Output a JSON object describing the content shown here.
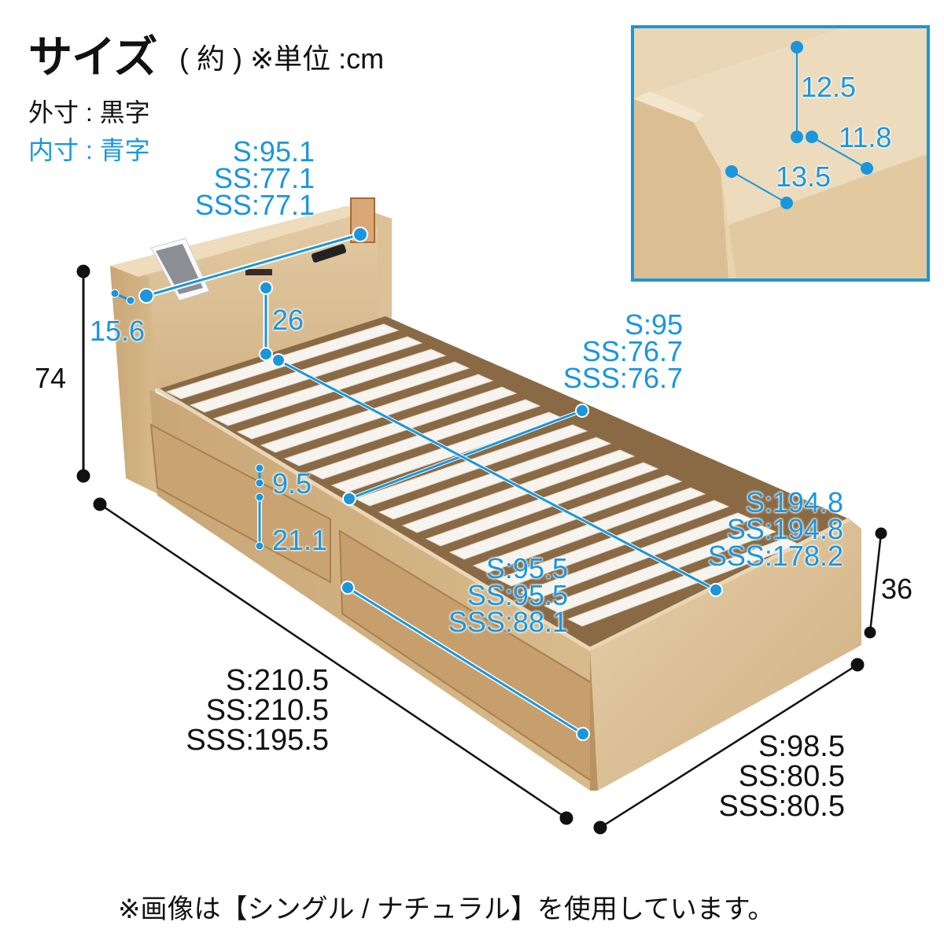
{
  "header": {
    "title": "サイズ",
    "subtitle": "( 約 ) ※単位 :cm"
  },
  "legend": {
    "outer": "外寸 : 黒字",
    "inner": "内寸 : 青字"
  },
  "colors": {
    "inner_dimension": "#1a96dc",
    "outer_dimension": "#111111",
    "wood": "#d9bf96",
    "slats": "#f7f4ef"
  },
  "dimensions": {
    "headboard_shelf_width": {
      "lines": [
        "S:95.1",
        "SS:77.1",
        "SSS:77.1"
      ],
      "type": "inner"
    },
    "headboard_side_depth": {
      "lines": [
        "15.6"
      ],
      "type": "inner"
    },
    "headboard_height_above_slats": {
      "lines": [
        "26"
      ],
      "type": "inner"
    },
    "total_height": {
      "lines": [
        "74"
      ],
      "type": "outer"
    },
    "slat_width": {
      "lines": [
        "S:95",
        "SS:76.7",
        "SSS:76.7"
      ],
      "type": "inner"
    },
    "frame_rail_height": {
      "lines": [
        "9.5"
      ],
      "type": "inner"
    },
    "drawer_height": {
      "lines": [
        "21.1"
      ],
      "type": "inner"
    },
    "slat_length": {
      "lines": [
        "S:194.8",
        "SS:194.8",
        "SSS:178.2"
      ],
      "type": "inner"
    },
    "drawer_length": {
      "lines": [
        "S:95.5",
        "SS:95.5",
        "SSS:88.1"
      ],
      "type": "inner"
    },
    "side_height": {
      "lines": [
        "36"
      ],
      "type": "outer"
    },
    "total_length": {
      "lines": [
        "S:210.5",
        "SS:210.5",
        "SSS:195.5"
      ],
      "type": "outer"
    },
    "total_width": {
      "lines": [
        "S:98.5",
        "SS:80.5",
        "SSS:80.5"
      ],
      "type": "outer"
    }
  },
  "inset": {
    "shelf_height": "12.5",
    "shelf_depth": "11.8",
    "shelf_front_depth": "13.5"
  },
  "footnote": "※画像は【シングル / ナチュラル】を使用しています。"
}
